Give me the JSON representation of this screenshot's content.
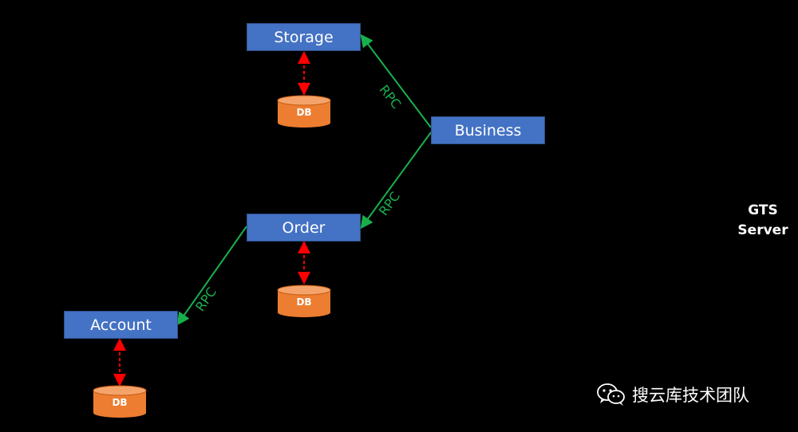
{
  "nodes": {
    "storage": "Storage",
    "business": "Business",
    "order": "Order",
    "account": "Account"
  },
  "databases": {
    "storage_db": "DB",
    "order_db": "DB",
    "account_db": "DB"
  },
  "edges": {
    "business_storage": "RPC",
    "business_order": "RPC",
    "order_account": "RPC"
  },
  "gts_server": {
    "line1": "GTS",
    "line2": "Server"
  },
  "watermark": "搜云库技术团队",
  "colors": {
    "background": "#000000",
    "service_box": "#4472c4",
    "database": "#ed7d31",
    "rpc_arrow": "#19b04c",
    "db_link": "#ff0000"
  }
}
